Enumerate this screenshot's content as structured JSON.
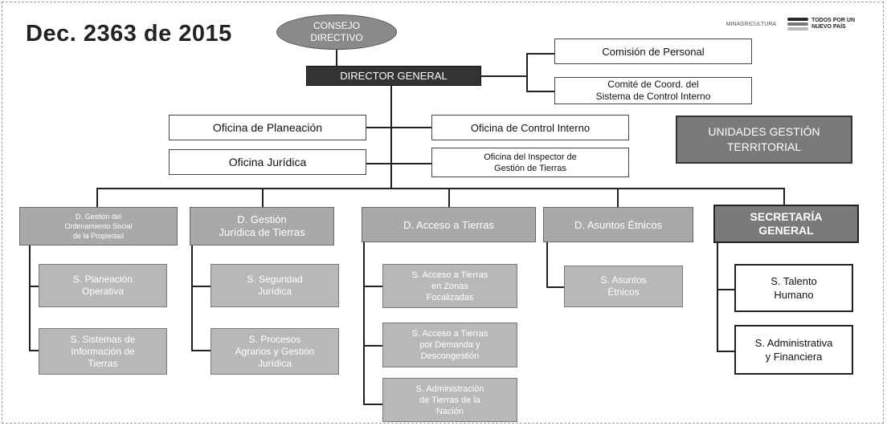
{
  "title": "Dec. 2363 de 2015",
  "consejo": "CONSEJO\nDIRECTIVO",
  "director": "DIRECTOR GENERAL",
  "advisory": {
    "comision": "Comisión de Personal",
    "comite": "Comité de Coord. del\nSistema de Control Interno"
  },
  "offices": {
    "planeacion": "Oficina de Planeación",
    "control_interno": "Oficina de Control Interno",
    "juridica": "Oficina Jurídica",
    "inspector": "Oficina del Inspector de\nGestión de Tierras"
  },
  "unidades": "UNIDADES GESTIÓN\nTERRITORIAL",
  "logos": {
    "ministry": "MINAGRICULTURA",
    "government": "TODOS POR UN\nNUEVO PAÍS"
  },
  "directorates": [
    {
      "label": "D. Gestión del\nOrdenamiento Social\nde la Propiedad",
      "subs": [
        "S. Planeación\nOperativa",
        "S. Sistemas de\nInformación de\nTierras"
      ]
    },
    {
      "label": "D. Gestión\nJurídica de Tierras",
      "subs": [
        "S. Seguridad\nJurídica",
        "S. Procesos\nAgrarios y Gestión\nJurídica"
      ]
    },
    {
      "label": "D. Acceso a Tierras",
      "subs": [
        "S. Acceso a Tierras\nen Zonas\nFocalizadas",
        "S. Acceso a Tierras\npor Demanda y\nDescongestión",
        "S. Administración\nde Tierras de la\nNación"
      ]
    },
    {
      "label": "D. Asuntos Étnicos",
      "subs": [
        "S. Asuntos\nÉtnicos"
      ]
    },
    {
      "label": "SECRETARÍA\nGENERAL",
      "subs": [
        "S. Talento\nHumano",
        "S. Administrativa\ny Financiera"
      ]
    }
  ]
}
